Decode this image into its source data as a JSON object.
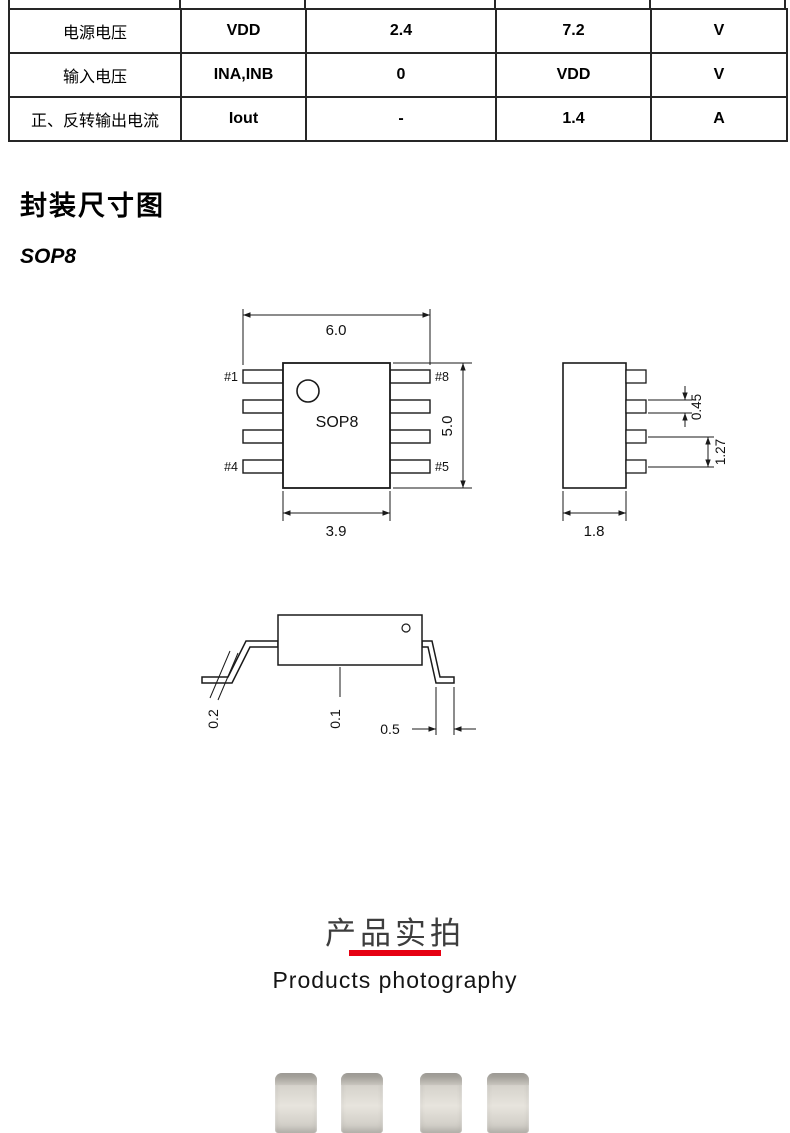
{
  "ratings_table": {
    "rows": [
      {
        "param": "电源电压",
        "symbol": "VDD",
        "min": "2.4",
        "max": "7.2",
        "unit": "V"
      },
      {
        "param": "输入电压",
        "symbol": "INA,INB",
        "min": "0",
        "max": "VDD",
        "unit": "V"
      },
      {
        "param": "正、反转输出电流",
        "symbol": "Iout",
        "min": "-",
        "max": "1.4",
        "unit": "A"
      }
    ]
  },
  "package_section": {
    "heading": "封装尺寸图",
    "subheading": "SOP8"
  },
  "diagram": {
    "chip_label": "SOP8",
    "pins": {
      "p1": "#1",
      "p4": "#4",
      "p5": "#5",
      "p8": "#8"
    },
    "dims": {
      "overall_width": "6.0",
      "body_width": "3.9",
      "body_length": "5.0",
      "side_width": "1.8",
      "lead_width": "0.45",
      "lead_pitch": "1.27",
      "lead_thickness": "0.2",
      "standoff": "0.1",
      "foot_length": "0.5"
    }
  },
  "photo_section": {
    "title_cn": "产品实拍",
    "title_en": "Products photography",
    "accent_color": "#e60012"
  }
}
